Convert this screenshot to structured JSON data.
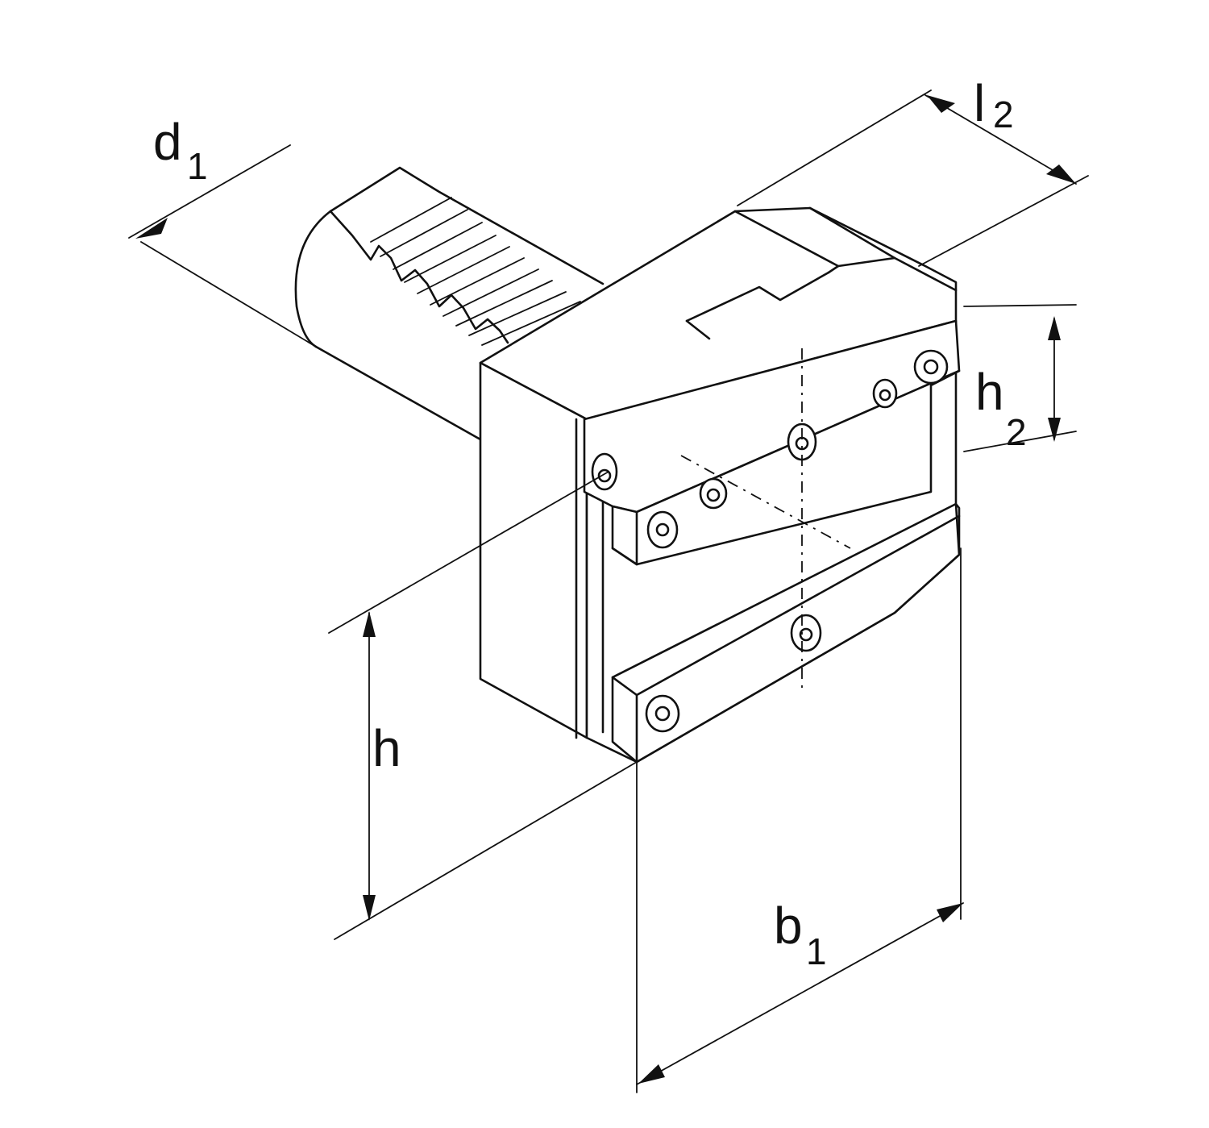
{
  "labels": {
    "d1": {
      "main": "d",
      "sub": "1"
    },
    "l2": {
      "main": "l",
      "sub": "2"
    },
    "h2": {
      "main": "h",
      "sub": "2"
    },
    "h": {
      "main": "h"
    },
    "b1": {
      "main": "b",
      "sub": "1"
    }
  },
  "colors": {
    "ink": "#111111",
    "paper": "#ffffff"
  }
}
